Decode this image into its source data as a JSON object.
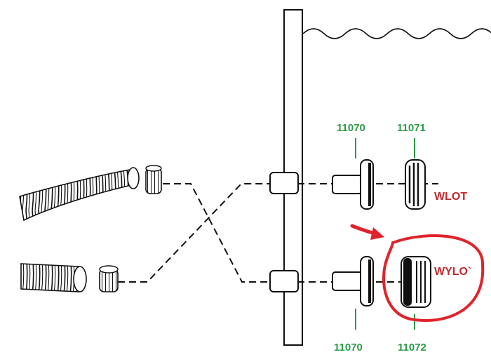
{
  "diagram": {
    "parts": {
      "upper_fitting": "11070",
      "upper_cap": "11071",
      "lower_fitting": "11070",
      "lower_cap": "11072"
    },
    "io": {
      "inlet": "WLOT",
      "outlet": "WYLO`"
    },
    "colors": {
      "part_label": "#2e9a49",
      "io_label": "#c0282d",
      "highlight": "#e0232b",
      "line": "#111111"
    }
  }
}
